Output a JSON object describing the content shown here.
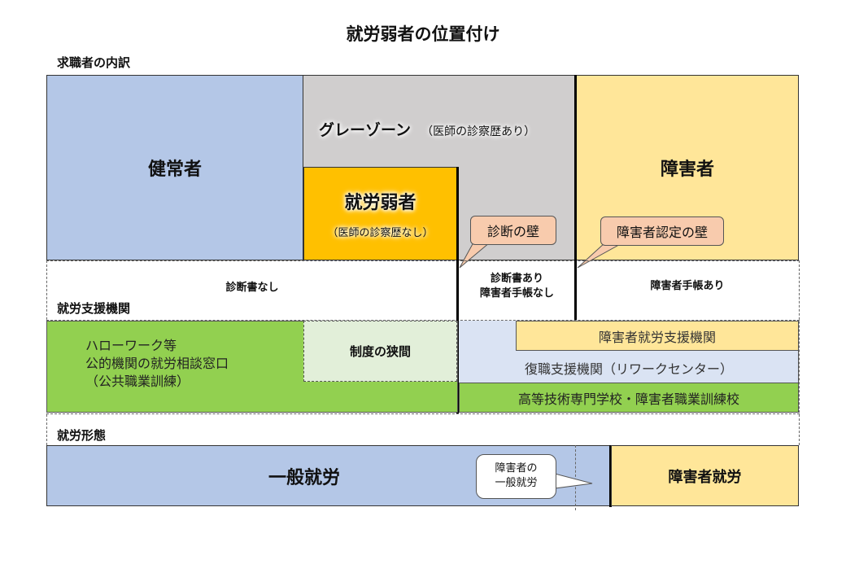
{
  "title": "就労弱者の位置付け",
  "sections": {
    "breakdown": "求職者の内訳",
    "support": "就労支援機関",
    "employment": "就労形態"
  },
  "top": {
    "healthy": "健常者",
    "gray_zone": "グレーゾーン",
    "gray_zone_note": "（医師の診察歴あり）",
    "weak": "就労弱者",
    "weak_note": "（医師の診察歴なし）",
    "disabled": "障害者"
  },
  "callouts": {
    "diagnosis_wall": "診断の壁",
    "certification_wall": "障害者認定の壁",
    "disabled_general_line1": "障害者の",
    "disabled_general_line2": "一般就労"
  },
  "certificate_row": {
    "none": "診断書なし",
    "with_diag_line1": "診断書あり",
    "with_diag_line2": "障害者手帳なし",
    "with_book": "障害者手帳あり"
  },
  "support": {
    "hellowork_line1": "ハローワーク等",
    "hellowork_line2": "公的機関の就労相談窓口",
    "hellowork_line3": "（公共職業訓練）",
    "gap": "制度の狭間",
    "disabled_support": "障害者就労支援機関",
    "rework": "復職支援機関（リワークセンター）",
    "schools": "高等技術専門学校・障害者職業訓練校"
  },
  "employment": {
    "general": "一般就労",
    "disabled": "障害者就労"
  },
  "colors": {
    "blue": "#b4c7e7",
    "gray": "#d0cece",
    "orange": "#ffc000",
    "yellow": "#ffe699",
    "green": "#92d050",
    "light_green": "#e2efd9",
    "light_blue": "#dae3f3",
    "callout_pink": "#f8cbad"
  }
}
